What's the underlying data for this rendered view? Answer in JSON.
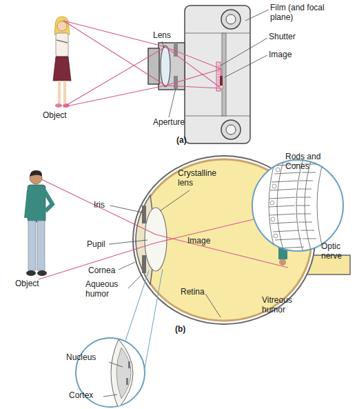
{
  "diagram": {
    "labels": [
      "Film (and focal plane)",
      "Lens",
      "Shutter",
      "Image",
      "Object",
      "Aperture",
      "(a)",
      "Rods and Cones",
      "Crystalline lens",
      "Iris",
      "Pupil",
      "Image",
      "Optic nerve",
      "Object",
      "Cornea",
      "Aqueous humor",
      "Retina",
      "Vitreous humor",
      "(b)",
      "Nucleus",
      "Cortex"
    ]
  }
}
